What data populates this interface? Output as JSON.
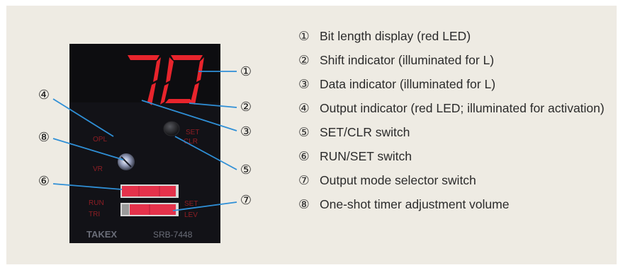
{
  "device": {
    "display_digits": "70",
    "labels": {
      "opl": "OPL",
      "vr": "VR",
      "set_top": "SET",
      "clr": "CLR",
      "run": "RUN",
      "tri": "TRI",
      "set_bottom": "SET",
      "lev": "LEV",
      "brand": "TAKEX",
      "model": "SRB-7448"
    }
  },
  "callouts": [
    "①",
    "②",
    "③",
    "④",
    "⑤",
    "⑥",
    "⑦",
    "⑧"
  ],
  "legend": [
    {
      "num": "①",
      "text": "Bit length display (red LED)"
    },
    {
      "num": "②",
      "text": "Shift indicator (illuminated for L)"
    },
    {
      "num": "③",
      "text": "Data indicator (illuminated for L)"
    },
    {
      "num": "④",
      "text": "Output indicator (red LED; illuminated for activation)"
    },
    {
      "num": "⑤",
      "text": "SET/CLR switch"
    },
    {
      "num": "⑥",
      "text": "RUN/SET switch"
    },
    {
      "num": "⑦",
      "text": "Output mode selector switch"
    },
    {
      "num": "⑧",
      "text": "One-shot timer adjustment volume"
    }
  ],
  "colors": {
    "background": "#eeebe3",
    "panel": "#0d0d10",
    "led_red": "#e8242c",
    "switch_red": "#e5324b",
    "leader_line": "#2f8fd6"
  }
}
